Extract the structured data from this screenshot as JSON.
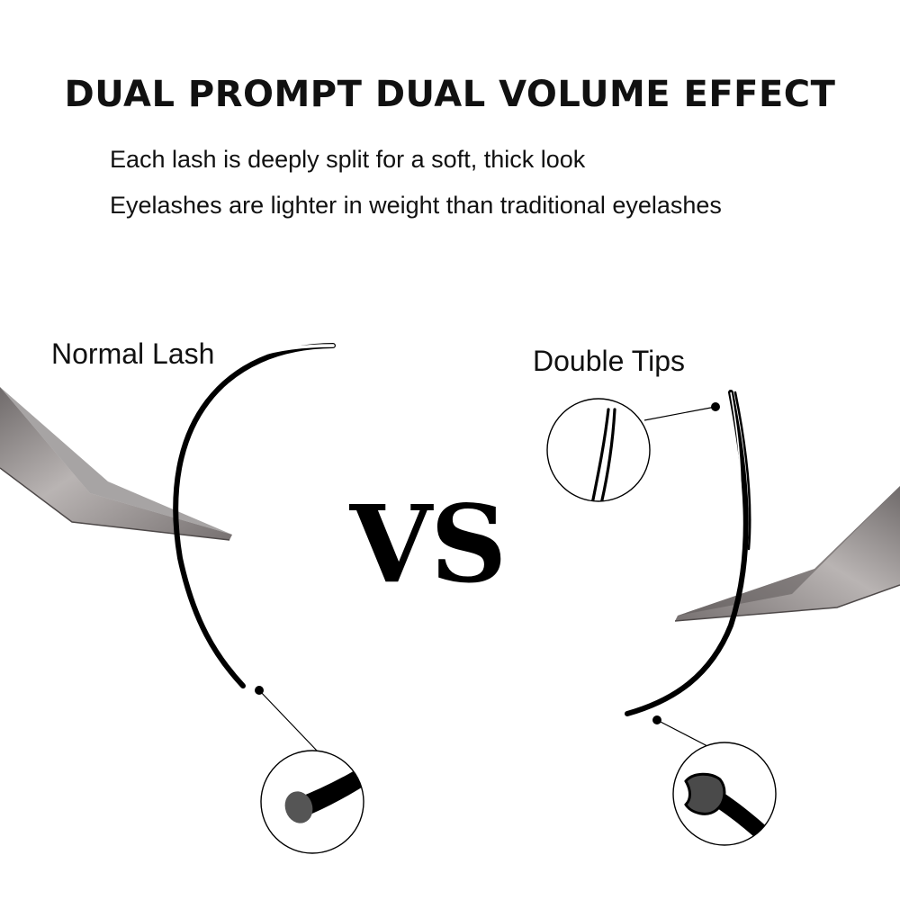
{
  "headline": "DUAL PROMPT DUAL VOLUME EFFECT",
  "features": [
    "Each lash is deeply split for a soft, thick look",
    "Eyelashes are lighter in weight than traditional eyelashes"
  ],
  "comparison": {
    "left_label": "Normal Lash",
    "right_label": "Double Tips",
    "vs_text": "VS"
  },
  "colors": {
    "text": "#111111",
    "lash": "#000000",
    "tweezer": "#8a8585"
  },
  "icons": [
    "tweezer-left",
    "tweezer-right",
    "normal-lash",
    "double-tip-lash",
    "magnified-round-base",
    "magnified-split-tip",
    "magnified-split-base"
  ]
}
